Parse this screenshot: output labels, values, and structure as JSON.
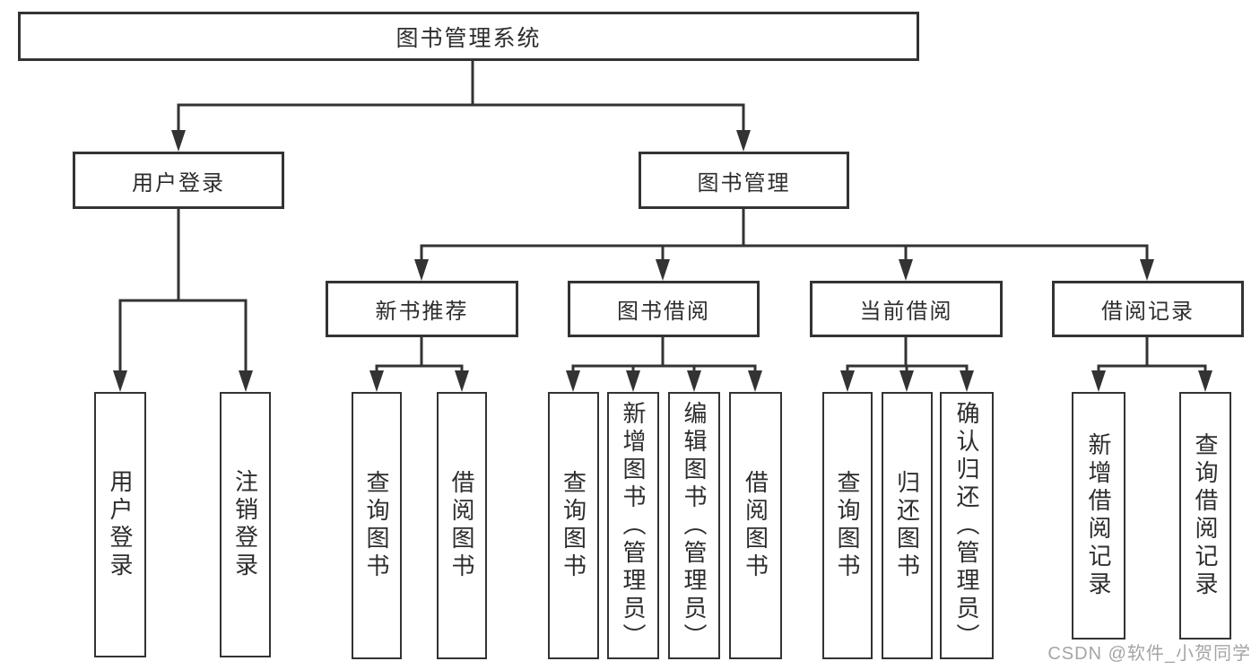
{
  "tree": {
    "root": {
      "label": "图书管理系统"
    },
    "branches": [
      {
        "label": "用户登录",
        "children": [
          {
            "label": "用户登录"
          },
          {
            "label": "注销登录"
          }
        ]
      },
      {
        "label": "图书管理",
        "children": [
          {
            "label": "新书推荐",
            "children": [
              {
                "label": "查询图书"
              },
              {
                "label": "借阅图书"
              }
            ]
          },
          {
            "label": "图书借阅",
            "children": [
              {
                "label": "查询图书"
              },
              {
                "label": "新增图书（管理员）"
              },
              {
                "label": "编辑图书（管理员）"
              },
              {
                "label": "借阅图书"
              }
            ]
          },
          {
            "label": "当前借阅",
            "children": [
              {
                "label": "查询图书"
              },
              {
                "label": "归还图书"
              },
              {
                "label": "确认归还（管理员）"
              }
            ]
          },
          {
            "label": "借阅记录",
            "children": [
              {
                "label": "新增借阅记录"
              },
              {
                "label": "查询借阅记录"
              }
            ]
          }
        ]
      }
    ]
  },
  "watermark": {
    "text": "CSDN @软件_小贺同学"
  },
  "colors": {
    "line": "#333333",
    "box_border": "#333333",
    "text": "#2d2d2d",
    "watermark": "#a5a5a5",
    "background": "#ffffff"
  }
}
